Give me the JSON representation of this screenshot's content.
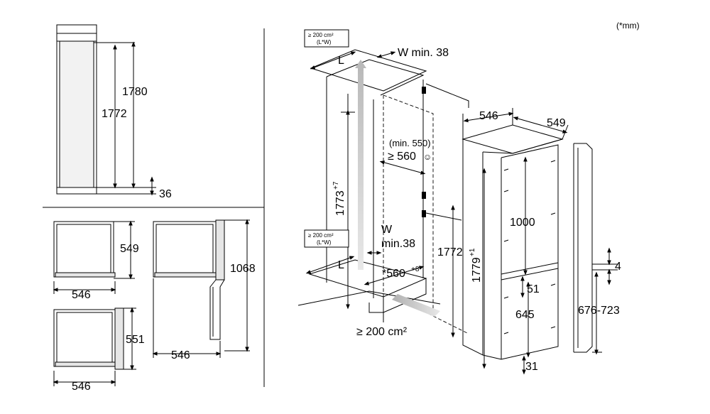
{
  "units_note": "(*mm)",
  "left_views": {
    "side_height_outer": "1780",
    "side_height_inner": "1772",
    "plinth_gap": "36",
    "top_depth": "549",
    "top_width": "546",
    "hinge_height": "1068",
    "hinge_depth": "546",
    "bottom_depth": "551",
    "bottom_width": "546"
  },
  "niche": {
    "vent_area_top": "≥ 200 cm²",
    "vent_area_top_sub": "(L*W)",
    "vent_area_mid": "≥ 200 cm²",
    "vent_area_mid_sub": "(L*W)",
    "vent_area_bottom": "≥ 200 cm²",
    "label_l_top": "L",
    "label_w_top": "W min. 38",
    "label_l_mid": "L",
    "label_w_mid_1": "W",
    "label_w_mid_2": "min.38",
    "niche_height": "1773",
    "niche_height_tol": "+7",
    "niche_depth_min_1": "(min. 550)",
    "niche_depth_min_2": "≥ 560",
    "niche_width": "*560",
    "niche_width_tol": "+8",
    "niche_smiley": "☺"
  },
  "appliance": {
    "width": "546",
    "depth": "549",
    "door_height": "1000",
    "body_height": "1772",
    "total_height": "1779",
    "total_height_tol": "+1",
    "gap_mid": "51",
    "lower_door": "645",
    "foot": "31",
    "door_offset": "4",
    "door_range": "676-723"
  },
  "colors": {
    "line": "#000000",
    "fill_light": "#f2f2f2",
    "vent_arrow": "#c8c8c8"
  }
}
